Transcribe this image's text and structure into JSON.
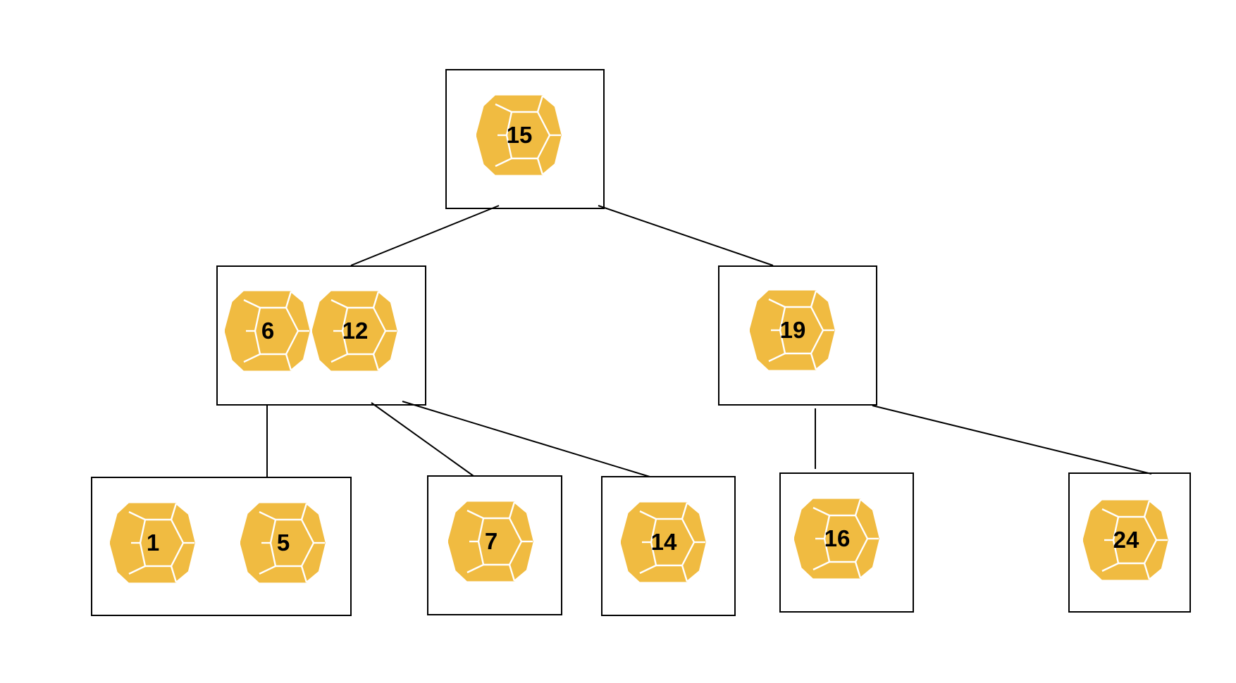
{
  "colors": {
    "dice_fill": "#F0BB41",
    "dice_edge": "#FFFFFF",
    "box_border": "#000000",
    "line": "#000000"
  },
  "icon": "dodecahedron-icon",
  "tree": {
    "root": {
      "keys": [
        "15"
      ]
    },
    "level1": [
      {
        "keys": [
          "6",
          "12"
        ]
      },
      {
        "keys": [
          "19"
        ]
      }
    ],
    "leaves": [
      {
        "keys": [
          "1",
          "5"
        ]
      },
      {
        "keys": [
          "7"
        ]
      },
      {
        "keys": [
          "14"
        ]
      },
      {
        "keys": [
          "16"
        ]
      },
      {
        "keys": [
          "24"
        ]
      }
    ]
  }
}
